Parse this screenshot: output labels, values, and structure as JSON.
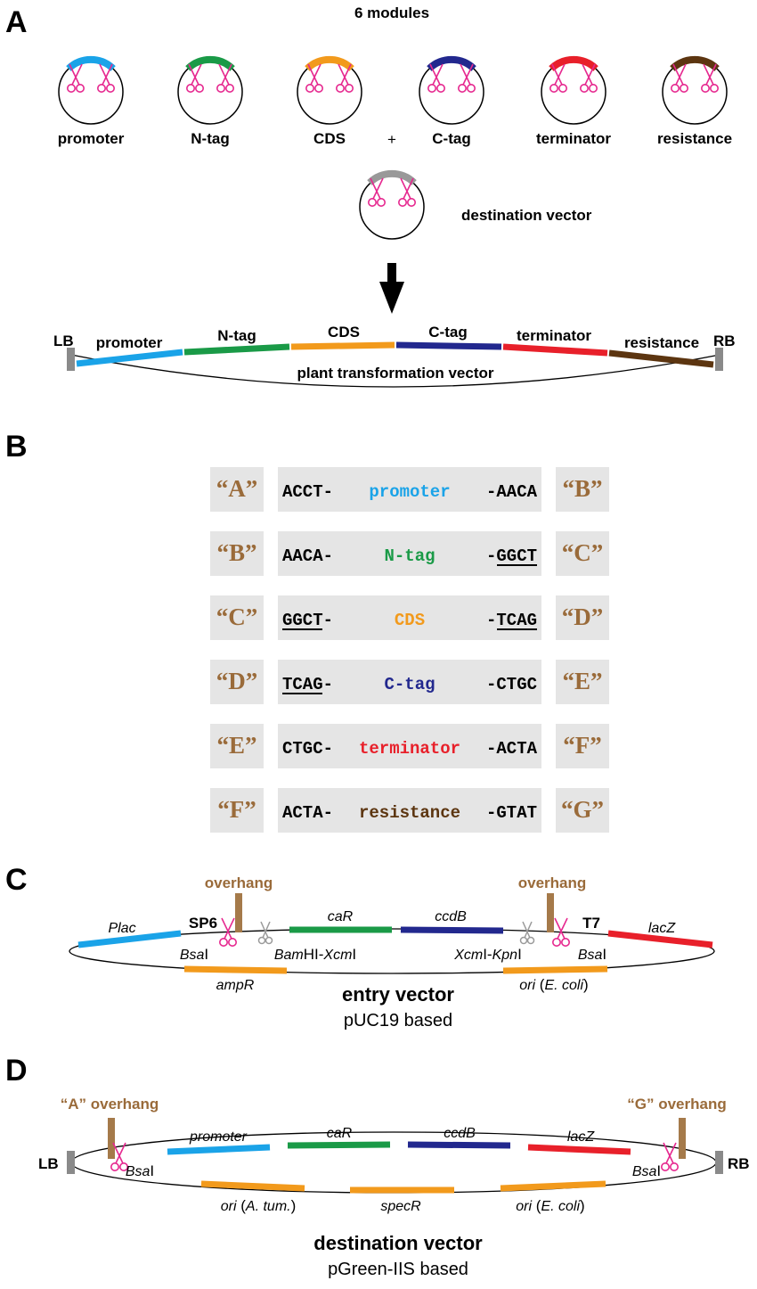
{
  "colors": {
    "promoter": "#1aa3e8",
    "ntag": "#1a9a47",
    "cds": "#f29a1c",
    "ctag": "#22288e",
    "terminator": "#e8202a",
    "resistance": "#5c3510",
    "gray": "#999999",
    "overhang": "#a57a4a",
    "scissors": "#e6288f",
    "box": "#e5e5e5"
  },
  "panelA": {
    "letter": "A",
    "heading": "6 modules",
    "modules": [
      {
        "label": "promoter",
        "color": "promoter"
      },
      {
        "label": "N-tag",
        "color": "ntag"
      },
      {
        "label": "CDS",
        "color": "cds"
      },
      {
        "label": "C-tag",
        "color": "ctag"
      },
      {
        "label": "terminator",
        "color": "terminator"
      },
      {
        "label": "resistance",
        "color": "resistance"
      }
    ],
    "plus": "+",
    "destination_label": "destination vector",
    "lb": "LB",
    "rb": "RB",
    "final_label": "plant transformation vector"
  },
  "panelB": {
    "letter": "B",
    "rows": [
      {
        "left": "“A”",
        "prefix": "ACCT-",
        "name": "promoter",
        "suffix": "-AACA",
        "right": "“B”",
        "color": "promoter"
      },
      {
        "left": "“B”",
        "prefix": "AACA-",
        "name": "N-tag",
        "suffix": "-GGCT",
        "right": "“C”",
        "color": "ntag"
      },
      {
        "left": "“C”",
        "prefix": "GGCT-",
        "name": "CDS",
        "suffix": "-TCAG",
        "right": "“D”",
        "color": "cds"
      },
      {
        "left": "“D”",
        "prefix": "TCAG-",
        "name": "C-tag",
        "suffix": "-CTGC",
        "right": "“E”",
        "color": "ctag"
      },
      {
        "left": "“E”",
        "prefix": "CTGC-",
        "name": "terminator",
        "suffix": "-ACTA",
        "right": "“F”",
        "color": "terminator"
      },
      {
        "left": "“F”",
        "prefix": "ACTA-",
        "name": "resistance",
        "suffix": "-GTAT",
        "right": "“G”",
        "color": "resistance"
      }
    ]
  },
  "panelC": {
    "letter": "C",
    "overhang_left": "overhang",
    "overhang_right": "overhang",
    "plac": "Plac",
    "sp6": "SP6",
    "car": "caR",
    "ccdb": "ccdB",
    "t7": "T7",
    "lacz": "lacZ",
    "bsai_left_i": "Bsa",
    "bsai_left_n": "I",
    "bamhi_1": "Bam",
    "bamhi_2": "HI-",
    "bamhi_3": "Xcm",
    "bamhi_4": "I",
    "xcmi_1": "Xcm",
    "xcmi_2": "I-",
    "xcmi_3": "Kpn",
    "xcmi_4": "I",
    "bsai_right_i": "Bsa",
    "bsai_right_n": "I",
    "ampr": "ampR",
    "ori_1": "ori",
    "ori_2": " (",
    "ori_3": "E. coli",
    "ori_4": ")",
    "title": "entry vector",
    "subtitle": "pUC19 based"
  },
  "panelD": {
    "letter": "D",
    "a_overhang": "“A” overhang",
    "g_overhang": "“G” overhang",
    "promoter": "promoter",
    "car": "caR",
    "ccdb": "ccdB",
    "lacz": "lacZ",
    "lb": "LB",
    "rb": "RB",
    "bsai_left_i": "Bsa",
    "bsai_left_n": "I",
    "bsai_right_i": "Bsa",
    "bsai_right_n": "I",
    "ori_a_1": "ori",
    "ori_a_2": " (",
    "ori_a_3": "A. tum.",
    "ori_a_4": ")",
    "specr": "specR",
    "ori_e_1": "ori",
    "ori_e_2": " (",
    "ori_e_3": "E. coli",
    "ori_e_4": ")",
    "title": "destination vector",
    "subtitle": "pGreen-IIS based"
  }
}
